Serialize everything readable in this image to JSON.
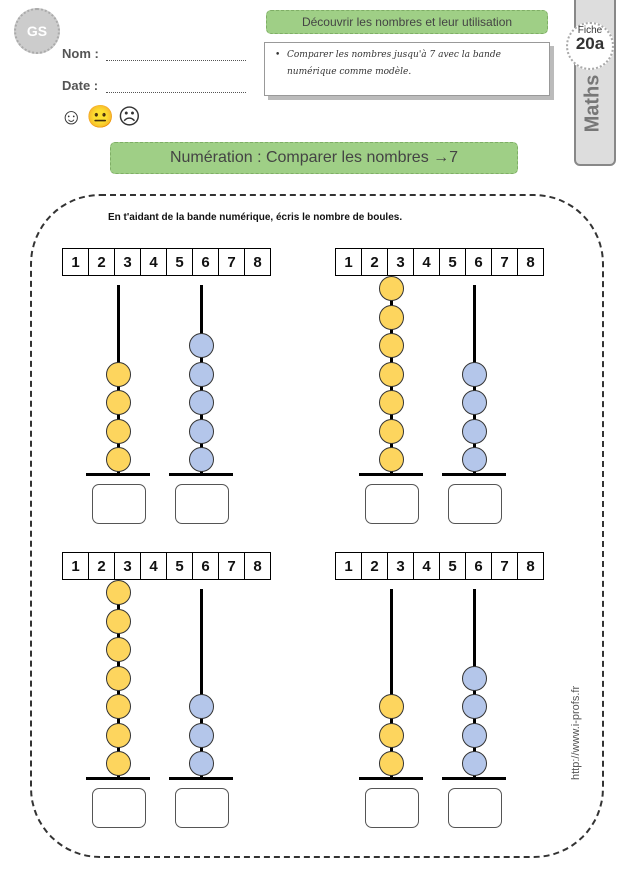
{
  "header": {
    "level": "GS",
    "name_label": "Nom :",
    "date_label": "Date :",
    "domain": "Découvrir les nombres et leur utilisation",
    "objective": "Comparer les nombres jusqu'à 7 avec la bande numérique comme modèle.",
    "fiche_label": "Fiche",
    "fiche_number": "20a",
    "subject": "Maths",
    "title": "Numération : Comparer les nombres →7"
  },
  "instruction": "En t'aidant de la bande numérique, écris le nombre de boules.",
  "strip": [
    "1",
    "2",
    "3",
    "4",
    "5",
    "6",
    "7",
    "8"
  ],
  "colors": {
    "yellow": "#fdd55e",
    "blue": "#b4c6ea"
  },
  "exercises": [
    {
      "yellow": 4,
      "blue": 5
    },
    {
      "yellow": 7,
      "blue": 4
    },
    {
      "yellow": 7,
      "blue": 3
    },
    {
      "yellow": 3,
      "blue": 4
    }
  ],
  "footer_url": "http://www.i-profs.fr"
}
